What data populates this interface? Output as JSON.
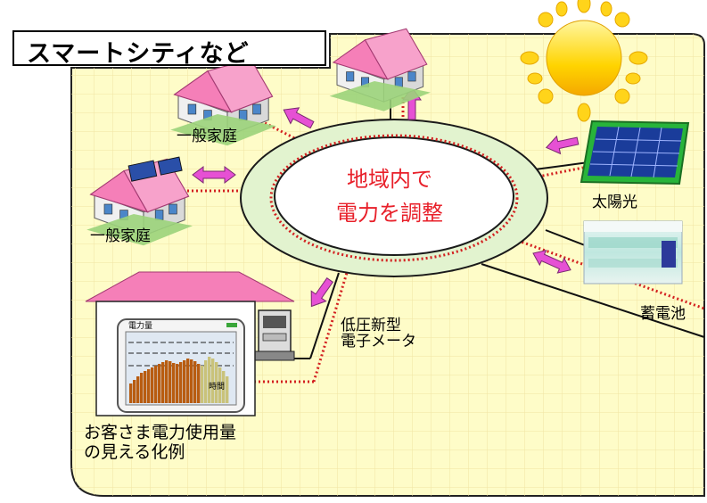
{
  "title": "スマートシティなど",
  "center": {
    "line1": "地域内で",
    "line2": "電力を調整"
  },
  "labels": {
    "house_top_left": "一般家庭",
    "house_left": "一般家庭",
    "solar": "太陽光",
    "battery": "蓄電池",
    "meter_line1": "低圧新型",
    "meter_line2": "電子メータ",
    "display_line1": "お客さま電力使用量",
    "display_line2": "の見える化例"
  },
  "display_screen": {
    "title": "電力量",
    "x_label": "時間"
  },
  "colors": {
    "background": "#fefcc8",
    "grid": "#f3e7a8",
    "ring_outer": "#e2f3cf",
    "ring_border": "#1a1a1a",
    "dotted_link": "#d32020",
    "arrow": "#e650d4",
    "center_text": "#e8202a",
    "roof": "#f57fb8"
  }
}
